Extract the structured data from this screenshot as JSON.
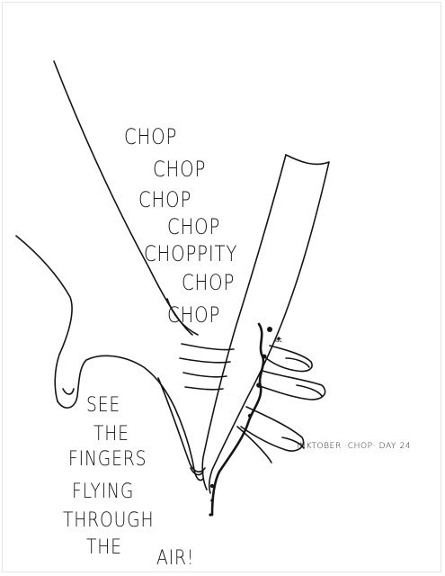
{
  "chop_lines": [
    "CHOP",
    "CHOP",
    "CHOP",
    "CHOP",
    "CHOPPITY",
    "CHOP",
    "CHOP"
  ],
  "slogan_lines": [
    "SEE",
    "THE",
    "FINGERS",
    "FLYING",
    "THROUGH",
    "THE",
    "AIR!"
  ],
  "caption": "INKTOBER ·CHOP· DAY 24",
  "colors": {
    "ink": "#151515",
    "paper": "#ffffff"
  }
}
